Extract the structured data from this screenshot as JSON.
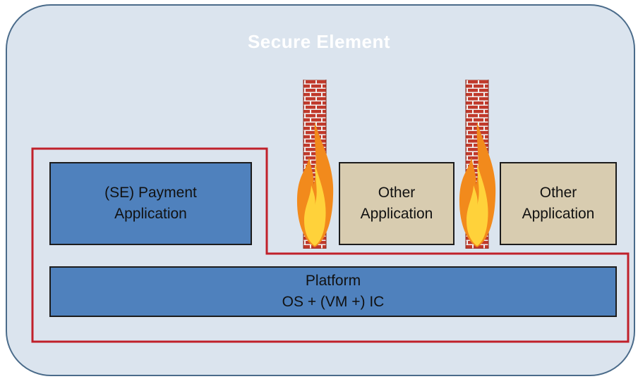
{
  "title": "Secure Element",
  "blocks": {
    "payment": [
      "(SE) Payment",
      "Application"
    ],
    "other_1": [
      "Other",
      "Application"
    ],
    "other_2": [
      "Other",
      "Application"
    ],
    "platform": [
      "Platform",
      "OS + (VM +) IC"
    ]
  },
  "colors": {
    "container_fill": "#dbe4ee",
    "container_border": "#4a6b8a",
    "title": "#ffffff",
    "blue_block": "#4f81bd",
    "tan_block": "#d8ccb0",
    "boundary_line": "#c0202a",
    "brick": "#c0392b",
    "flame_outer": "#f28a1c",
    "flame_inner": "#ffd23a"
  },
  "icons": [
    "firewall-icon",
    "firewall-icon"
  ]
}
